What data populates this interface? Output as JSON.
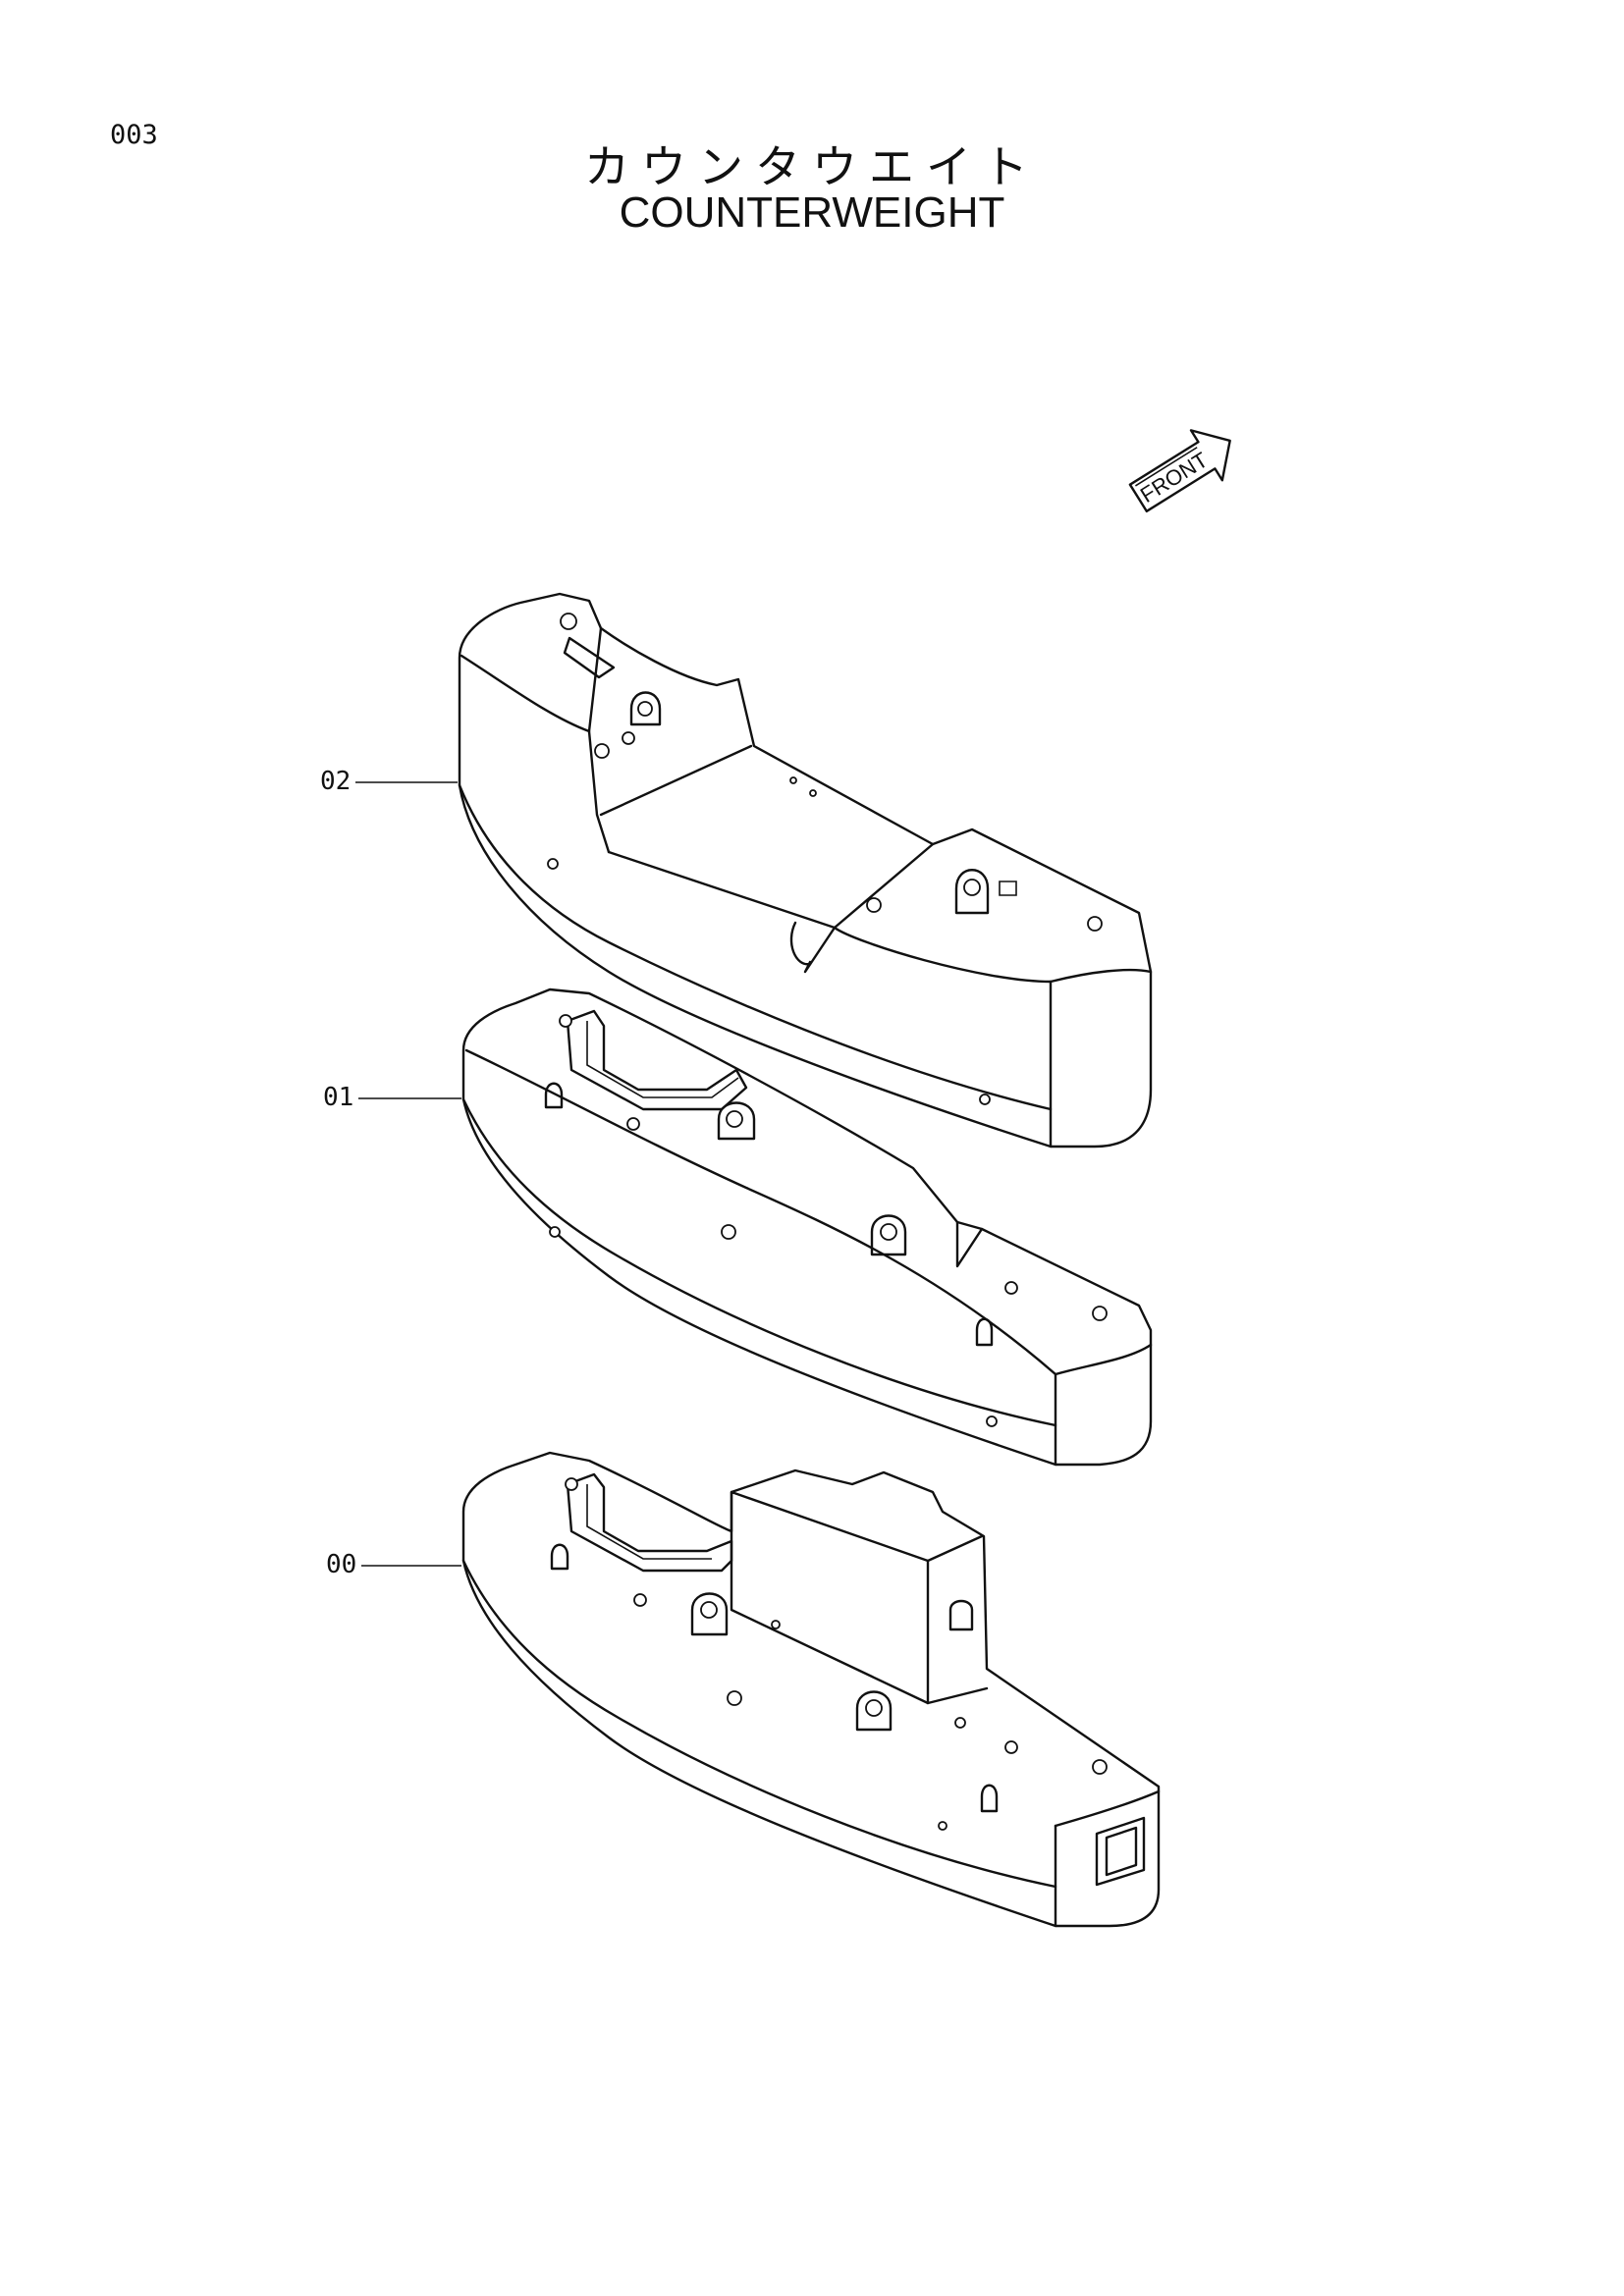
{
  "page": {
    "number": "003",
    "title_jp": "カウンタウエイト",
    "title_en": "COUNTERWEIGHT"
  },
  "direction_marker": {
    "text": "FRONT",
    "icon": "front-arrow-icon"
  },
  "parts": [
    {
      "label": "02"
    },
    {
      "label": "01"
    },
    {
      "label": "00"
    }
  ]
}
